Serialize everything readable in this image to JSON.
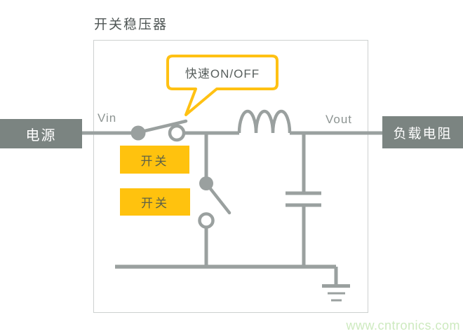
{
  "title": "开关稳压器",
  "circuit": {
    "power_source": "电源",
    "load_resistor": "负载电阻",
    "vin": "Vin",
    "vout": "Vout",
    "switch_top": "开关",
    "switch_bottom": "开关",
    "callout": "快速ON/OFF"
  },
  "watermark": "www.cntronics.com",
  "colors": {
    "wire": "#9aa09f",
    "node_box": "#7b8481",
    "yellow": "#ffc20e",
    "callout_border": "#ffc113",
    "callout_text": "#575e5c",
    "title_text": "#4f5655",
    "label_text": "#8d9492",
    "switch_text": "#5d6147",
    "frame_border": "#cdd1d0",
    "watermark": "#cdeabf"
  }
}
